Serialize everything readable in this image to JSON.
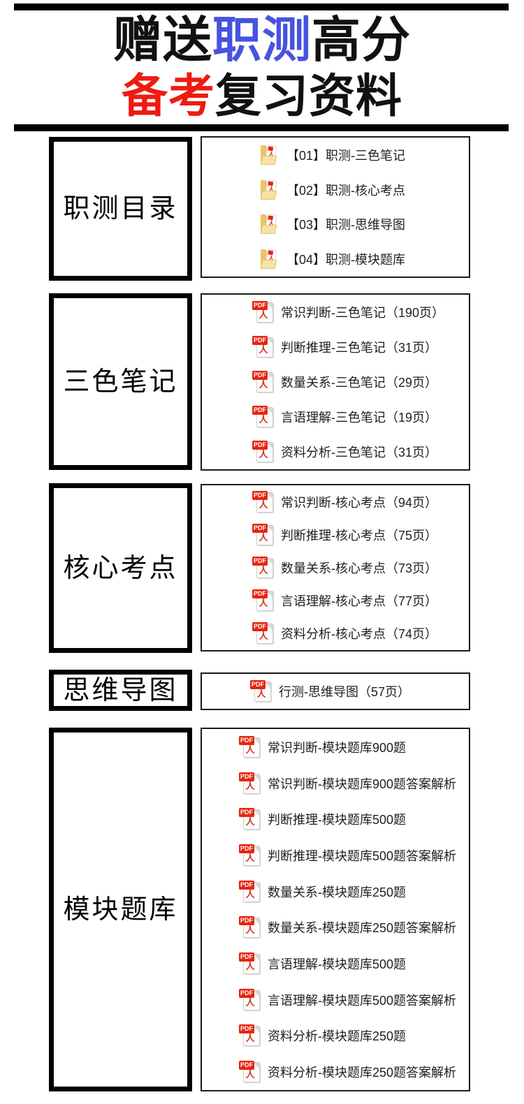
{
  "colors": {
    "title_blue": "#4753df",
    "title_red": "#ee1b10",
    "title_black": "#111111",
    "item_text": "#1f1f1f",
    "pdf_red": "#e8240d",
    "folder_yellow": "#eec266"
  },
  "header": {
    "title": {
      "line1": [
        {
          "text": "赠送",
          "color": "#111111"
        },
        {
          "text": "职测",
          "color": "#4753df"
        },
        {
          "text": "高分",
          "color": "#111111"
        }
      ],
      "line2": [
        {
          "text": "备考",
          "color": "#ee1b10"
        },
        {
          "text": "复习资料",
          "color": "#111111"
        }
      ]
    }
  },
  "pdf_icon": {
    "badge": "PDF",
    "glyph": "人"
  },
  "sections": [
    {
      "label": "职测目录",
      "items": [
        {
          "icon": "folder-pdf",
          "label": "【01】职测-三色笔记"
        },
        {
          "icon": "folder-pdf",
          "label": "【02】职测-核心考点"
        },
        {
          "icon": "folder-pdf",
          "label": "【03】职测-思维导图"
        },
        {
          "icon": "folder-pdf",
          "label": "【04】职测-模块题库"
        }
      ]
    },
    {
      "label": "三色笔记",
      "items": [
        {
          "icon": "pdf-file",
          "label": "常识判断-三色笔记（190页）"
        },
        {
          "icon": "pdf-file",
          "label": "判断推理-三色笔记（31页）"
        },
        {
          "icon": "pdf-file",
          "label": "数量关系-三色笔记（29页）"
        },
        {
          "icon": "pdf-file",
          "label": "言语理解-三色笔记（19页）"
        },
        {
          "icon": "pdf-file",
          "label": "资料分析-三色笔记（31页）"
        }
      ]
    },
    {
      "label": "核心考点",
      "items": [
        {
          "icon": "pdf-file",
          "label": "常识判断-核心考点（94页）"
        },
        {
          "icon": "pdf-file",
          "label": "判断推理-核心考点（75页）"
        },
        {
          "icon": "pdf-file",
          "label": "数量关系-核心考点（73页）"
        },
        {
          "icon": "pdf-file",
          "label": "言语理解-核心考点（77页）"
        },
        {
          "icon": "pdf-file",
          "label": "资料分析-核心考点（74页）"
        }
      ]
    },
    {
      "label": "思维导图",
      "items": [
        {
          "icon": "pdf-file",
          "label": "行测-思维导图（57页）"
        }
      ]
    },
    {
      "label": "模块题库",
      "items": [
        {
          "icon": "pdf-file",
          "label": "常识判断-模块题库900题"
        },
        {
          "icon": "pdf-file",
          "label": "常识判断-模块题库900题答案解析"
        },
        {
          "icon": "pdf-file",
          "label": "判断推理-模块题库500题"
        },
        {
          "icon": "pdf-file",
          "label": "判断推理-模块题库500题答案解析"
        },
        {
          "icon": "pdf-file",
          "label": "数量关系-模块题库250题"
        },
        {
          "icon": "pdf-file",
          "label": "数量关系-模块题库250题答案解析"
        },
        {
          "icon": "pdf-file",
          "label": "言语理解-模块题库500题"
        },
        {
          "icon": "pdf-file",
          "label": "言语理解-模块题库500题答案解析"
        },
        {
          "icon": "pdf-file",
          "label": "资料分析-模块题库250题"
        },
        {
          "icon": "pdf-file",
          "label": "资料分析-模块题库250题答案解析"
        }
      ]
    }
  ]
}
